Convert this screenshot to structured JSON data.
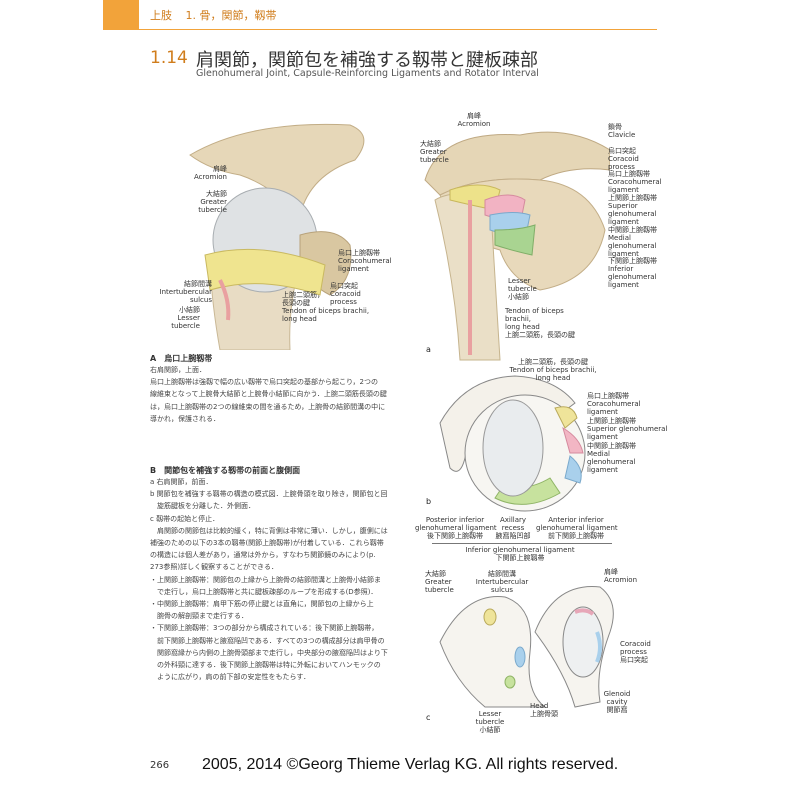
{
  "header": {
    "section": "上肢",
    "chapter": "1. 骨，関節，靱帯"
  },
  "title": {
    "number": "1.14",
    "ja": "肩関節，関節包を補強する靱帯と腱板疎部",
    "en": "Glenohumeral Joint, Capsule-Reinforcing Ligaments and Rotator Interval"
  },
  "figA": {
    "acromion": [
      "肩峰",
      "Acromion"
    ],
    "greater_tubercle": [
      "大結節",
      "Greater",
      "tubercle"
    ],
    "coracohumeral": [
      "烏口上腕靱帯",
      "Coracohumeral",
      "ligament"
    ],
    "coracoid": [
      "烏口突起",
      "Coracoid",
      "process"
    ],
    "intertubercular": [
      "結節間溝",
      "Intertubercular",
      "sulcus"
    ],
    "lesser_tubercle": [
      "小結節",
      "Lesser",
      "tubercle"
    ],
    "biceps": [
      "上腕二頭筋，",
      "長頭の腱",
      "Tendon of biceps brachii,",
      "long head"
    ]
  },
  "figB": {
    "acromion": [
      "肩峰",
      "Acromion"
    ],
    "clavicle": [
      "鎖骨",
      "Clavicle"
    ],
    "greater_tubercle": [
      "大結節",
      "Greater",
      "tubercle"
    ],
    "coracoid": [
      "烏口突起",
      "Coracoid",
      "process"
    ],
    "coracohumeral": [
      "烏口上腕靱帯",
      "Coracohumeral",
      "ligament"
    ],
    "superior_gh": [
      "上関節上腕靱帯",
      "Superior",
      "glenohumeral",
      "ligament"
    ],
    "medial_gh": [
      "中関節上腕靱帯",
      "Medial",
      "glenohumeral",
      "ligament"
    ],
    "inferior_gh": [
      "下関節上腕靱帯",
      "Inferior",
      "glenohumeral",
      "ligament"
    ],
    "lesser_tubercle": [
      "Lesser",
      "tubercle",
      "小結節"
    ],
    "biceps": [
      "Tendon of biceps",
      "brachii,",
      "long head",
      "上腕二頭筋，長頭の腱"
    ],
    "panel": "a"
  },
  "figC": {
    "biceps": [
      "上腕二頭筋，長頭の腱",
      "Tendon of biceps brachii,",
      "long head"
    ],
    "coracohumeral": [
      "烏口上腕靱帯",
      "Coracohumeral",
      "ligament"
    ],
    "superior_gh": [
      "上関節上腕靱帯",
      "Superior glenohumeral",
      "ligament"
    ],
    "medial_gh": [
      "中関節上腕靱帯",
      "Medial",
      "glenohumeral",
      "ligament"
    ],
    "posterior_igh": [
      "Posterior inferior",
      "glenohumeral ligament",
      "後下関節上腕靱帯"
    ],
    "axillary": [
      "Axillary",
      "recess",
      "腋窩陥凹部"
    ],
    "anterior_igh": [
      "Anterior inferior",
      "glenohumeral ligament",
      "前下関節上腕靱帯"
    ],
    "inferior_gh": [
      "Inferior glenohumeral ligament",
      "下関節上腕靱帯"
    ],
    "panel": "b"
  },
  "figD": {
    "greater_tubercle": [
      "大結節",
      "Greater",
      "tubercle"
    ],
    "intertubercular": [
      "結節間溝",
      "Intertubercular",
      "sulcus"
    ],
    "acromion": [
      "肩峰",
      "Acromion"
    ],
    "coracoid": [
      "Coracoid",
      "process",
      "烏口突起"
    ],
    "glenoid": [
      "Glenoid",
      "cavity",
      "関節窩"
    ],
    "head": [
      "Head",
      "上腕骨頭"
    ],
    "lesser_tubercle": [
      "Lesser",
      "tubercle",
      "小結節"
    ],
    "panel": "c"
  },
  "textA": {
    "heading": "A　烏口上腕靱帯",
    "lines": [
      "右肩関節，上面．",
      "烏口上腕靱帯は強靱で幅の広い靱帯で烏口突起の基部から起こり，2つの",
      "線維束となって上腕骨大結節と上腕骨小結節に向かう．上腕二頭筋長頭の腱",
      "は，烏口上腕靱帯の2つの線維束の間を通るため，上腕骨の結節間溝の中に",
      "導かれ，保護される．"
    ]
  },
  "textB": {
    "heading": "B　関節包を補強する靱帯の前面と腹側面",
    "lines": [
      "a 右肩関節，前面．",
      "b 関節包を補強する靱帯の構造の模式図．上腕骨頭を取り除き，関節包と回",
      "　旋筋腱板を分離した．外側面．",
      "c 靱帯の起始と停止．",
      "　肩関節の関節包は比較的緩く，特に背側は非常に薄い．しかし，腹側には",
      "補強のための以下の3本の靱帯(関節上腕靱帯)が付着している．これら靱帯",
      "の構造には個人差があり，通常は外から，すなわち関節鏡のみにより(p.",
      "273参照)詳しく観察することができる．",
      "・上関節上腕靱帯：関節包の上縁から上腕骨の結節間溝と上腕骨小結節ま",
      "　で走行し，烏口上腕靱帯と共に腱板疎部のループを形成する(D参照)．",
      "・中関節上腕靱帯：肩甲下筋の停止腱とは直角に，関節包の上縁から上",
      "　腕骨の解剖頸まで走行する．",
      "・下関節上腕靱帯：3つの部分から構成されている：後下関節上腕靱帯，",
      "　前下関節上腕靱帯と腋窩陥凹である．すべての3つの構成部分は肩甲骨の",
      "　関節窩縁から内側の上腕骨頭部まで走行し，中央部分の腋窩陥凹はより下",
      "　の外科頸に達する．後下関節上腕靱帯は特に外転においてハンモックの",
      "　ように広がり，肩の前下部の安定性をもたらす．"
    ]
  },
  "footer": {
    "page": "266",
    "copyright": "2005, 2014 ©Georg Thieme Verlag KG. All rights reserved."
  }
}
